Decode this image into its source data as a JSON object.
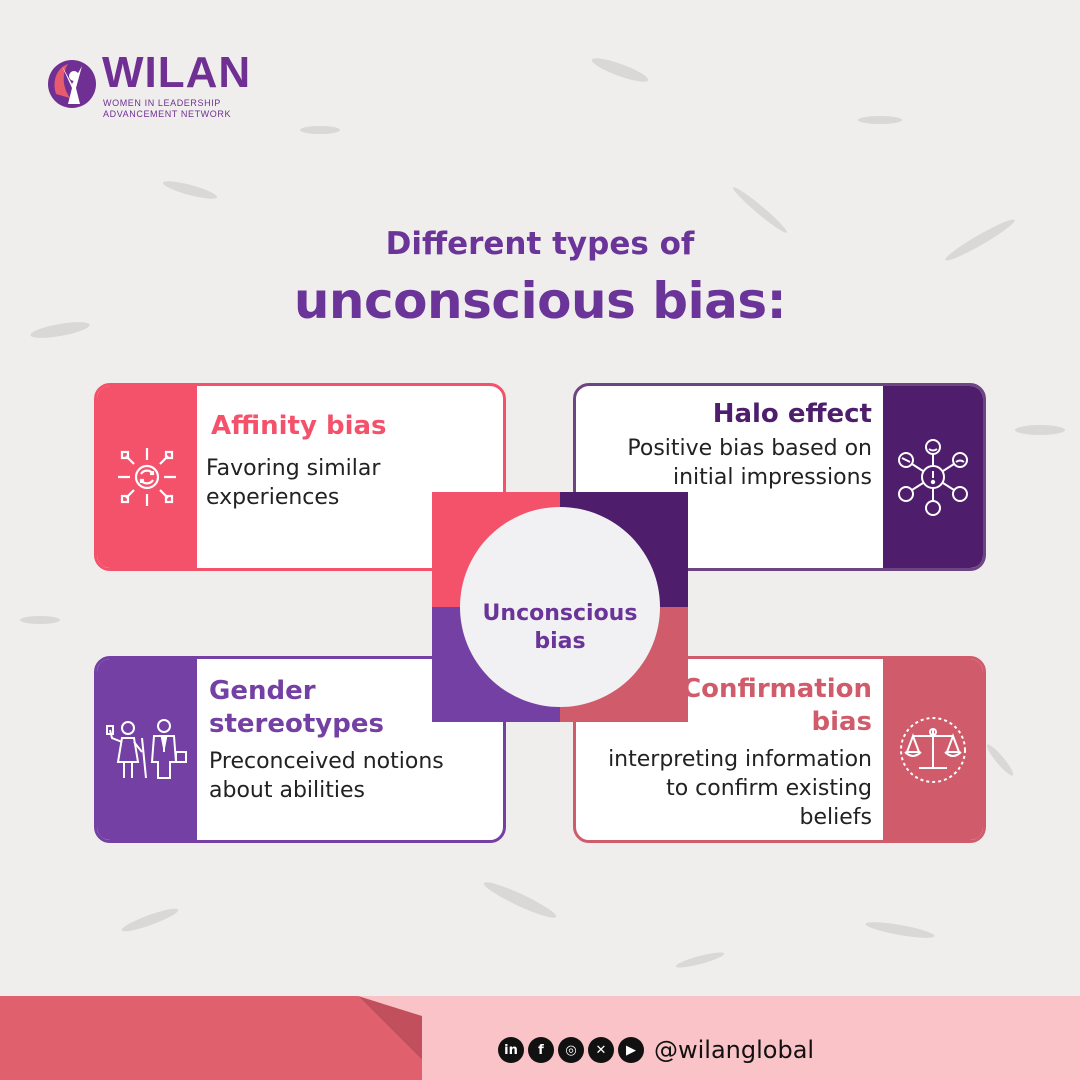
{
  "brand": {
    "name": "WILAN",
    "tagline_line1": "WOMEN IN LEADERSHIP",
    "tagline_line2": "ADVANCEMENT NETWORK"
  },
  "headline": {
    "line1": "Different types of",
    "line2": "unconscious bias:"
  },
  "center": {
    "line1": "Unconscious",
    "line2": "bias"
  },
  "cards": [
    {
      "title": "Affinity bias",
      "desc_lines": [
        "Favoring similar",
        "experiences"
      ],
      "icon": "sun-cycle-icon",
      "color": "#f4516b"
    },
    {
      "title": "Halo effect",
      "desc_lines": [
        "Positive bias based on",
        "initial impressions"
      ],
      "icon": "emotions-network-icon",
      "color": "#4e1d6b"
    },
    {
      "title_lines": [
        "Gender",
        "stereotypes"
      ],
      "desc_lines": [
        "Preconceived notions",
        "about abilities"
      ],
      "icon": "gender-roles-icon",
      "color": "#7440a4"
    },
    {
      "title_lines": [
        "Confirmation",
        "bias"
      ],
      "desc_lines": [
        "interpreting information",
        "to confirm existing",
        "beliefs"
      ],
      "icon": "balance-scale-icon",
      "color": "#d05c6b"
    }
  ],
  "footer": {
    "handle": "@wilanglobal",
    "social_icons": [
      "linkedin-icon",
      "facebook-icon",
      "instagram-icon",
      "x-icon",
      "youtube-icon"
    ]
  },
  "colors": {
    "purple": "#6a3499",
    "coral": "#f4516b",
    "rose": "#d05c6b",
    "footer_dark": "#e0606d",
    "footer_light": "#f9c3c7"
  }
}
